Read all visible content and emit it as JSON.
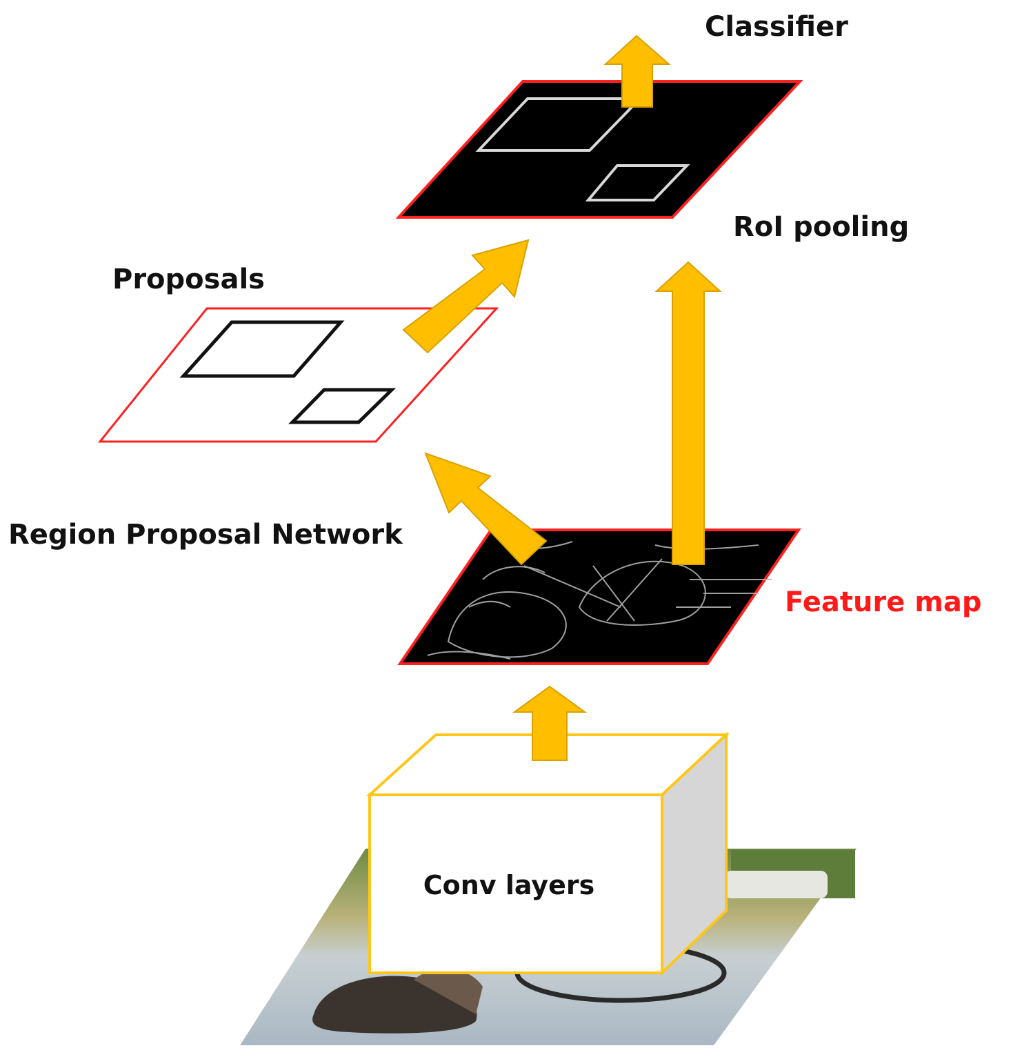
{
  "labels": {
    "classifier": "Classifier",
    "roi_pooling": "RoI pooling",
    "proposals": "Proposals",
    "rpn": "Region Proposal Network",
    "feature_map": "Feature map",
    "conv_layers": "Conv layers"
  },
  "colors": {
    "arrow_fill": "#FFBF00",
    "arrow_stroke": "#D9A100",
    "plane_border": "#FF2020",
    "feature_map_label": "#FF1A1A",
    "box_border": "#FFC61A",
    "box_side": "#D6D6D6",
    "text": "#111111"
  }
}
